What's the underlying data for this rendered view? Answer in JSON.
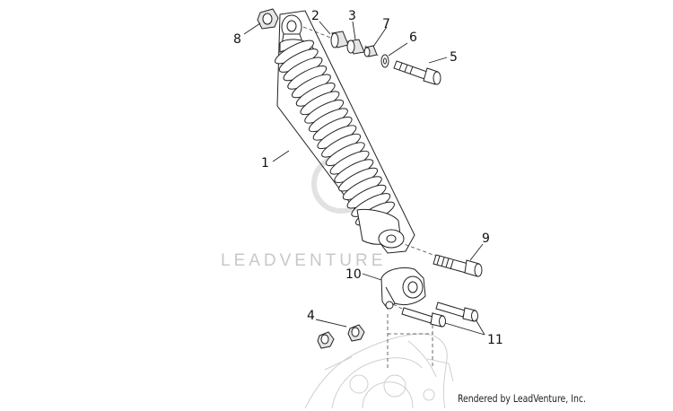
{
  "watermark": "LEADVENTURE",
  "credit": "Rendered by LeadVenture, Inc.",
  "callouts": [
    "1",
    "2",
    "3",
    "4",
    "5",
    "6",
    "7",
    "8",
    "9",
    "10",
    "11"
  ]
}
